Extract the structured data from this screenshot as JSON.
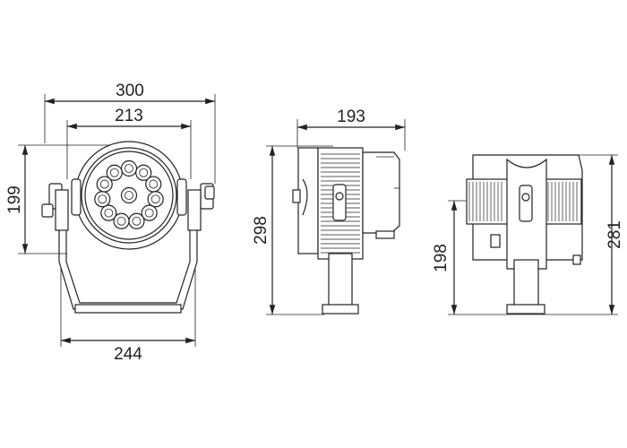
{
  "dimensions": {
    "front_outer_width": "300",
    "front_lens_width": "213",
    "front_height": "199",
    "front_bracket_width": "244",
    "side_depth": "193",
    "side_total_height": "298",
    "back_bracket_height": "198",
    "back_total_height": "281"
  },
  "colors": {
    "line": "#222222",
    "background": "#ffffff"
  },
  "views": {
    "front": {
      "led_count": 12
    },
    "side": {},
    "back": {}
  }
}
